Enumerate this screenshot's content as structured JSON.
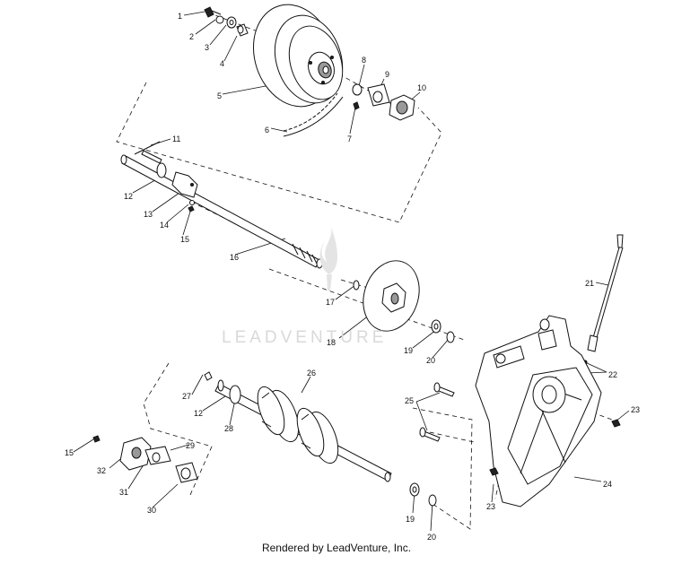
{
  "watermark": {
    "text": "LEADVENTURE"
  },
  "footer": {
    "credit": "Rendered by LeadVenture, Inc."
  },
  "callouts": [
    {
      "id": "c1",
      "label": "1"
    },
    {
      "id": "c2",
      "label": "2"
    },
    {
      "id": "c3",
      "label": "3"
    },
    {
      "id": "c4",
      "label": "4"
    },
    {
      "id": "c5",
      "label": "5"
    },
    {
      "id": "c6",
      "label": "6"
    },
    {
      "id": "c7",
      "label": "7"
    },
    {
      "id": "c8",
      "label": "8"
    },
    {
      "id": "c9",
      "label": "9"
    },
    {
      "id": "c10",
      "label": "10"
    },
    {
      "id": "c11",
      "label": "11"
    },
    {
      "id": "c12a",
      "label": "12"
    },
    {
      "id": "c13",
      "label": "13"
    },
    {
      "id": "c14",
      "label": "14"
    },
    {
      "id": "c15a",
      "label": "15"
    },
    {
      "id": "c16",
      "label": "16"
    },
    {
      "id": "c17",
      "label": "17"
    },
    {
      "id": "c18",
      "label": "18"
    },
    {
      "id": "c19a",
      "label": "19"
    },
    {
      "id": "c20a",
      "label": "20"
    },
    {
      "id": "c21",
      "label": "21"
    },
    {
      "id": "c22",
      "label": "22"
    },
    {
      "id": "c23a",
      "label": "23"
    },
    {
      "id": "c24",
      "label": "24"
    },
    {
      "id": "c25",
      "label": "25"
    },
    {
      "id": "c26",
      "label": "26"
    },
    {
      "id": "c27",
      "label": "27"
    },
    {
      "id": "c12b",
      "label": "12"
    },
    {
      "id": "c28",
      "label": "28"
    },
    {
      "id": "c29",
      "label": "29"
    },
    {
      "id": "c15b",
      "label": "15"
    },
    {
      "id": "c32",
      "label": "32"
    },
    {
      "id": "c31",
      "label": "31"
    },
    {
      "id": "c30",
      "label": "30"
    },
    {
      "id": "c19b",
      "label": "19"
    },
    {
      "id": "c20b",
      "label": "20"
    },
    {
      "id": "c23b",
      "label": "23"
    }
  ]
}
